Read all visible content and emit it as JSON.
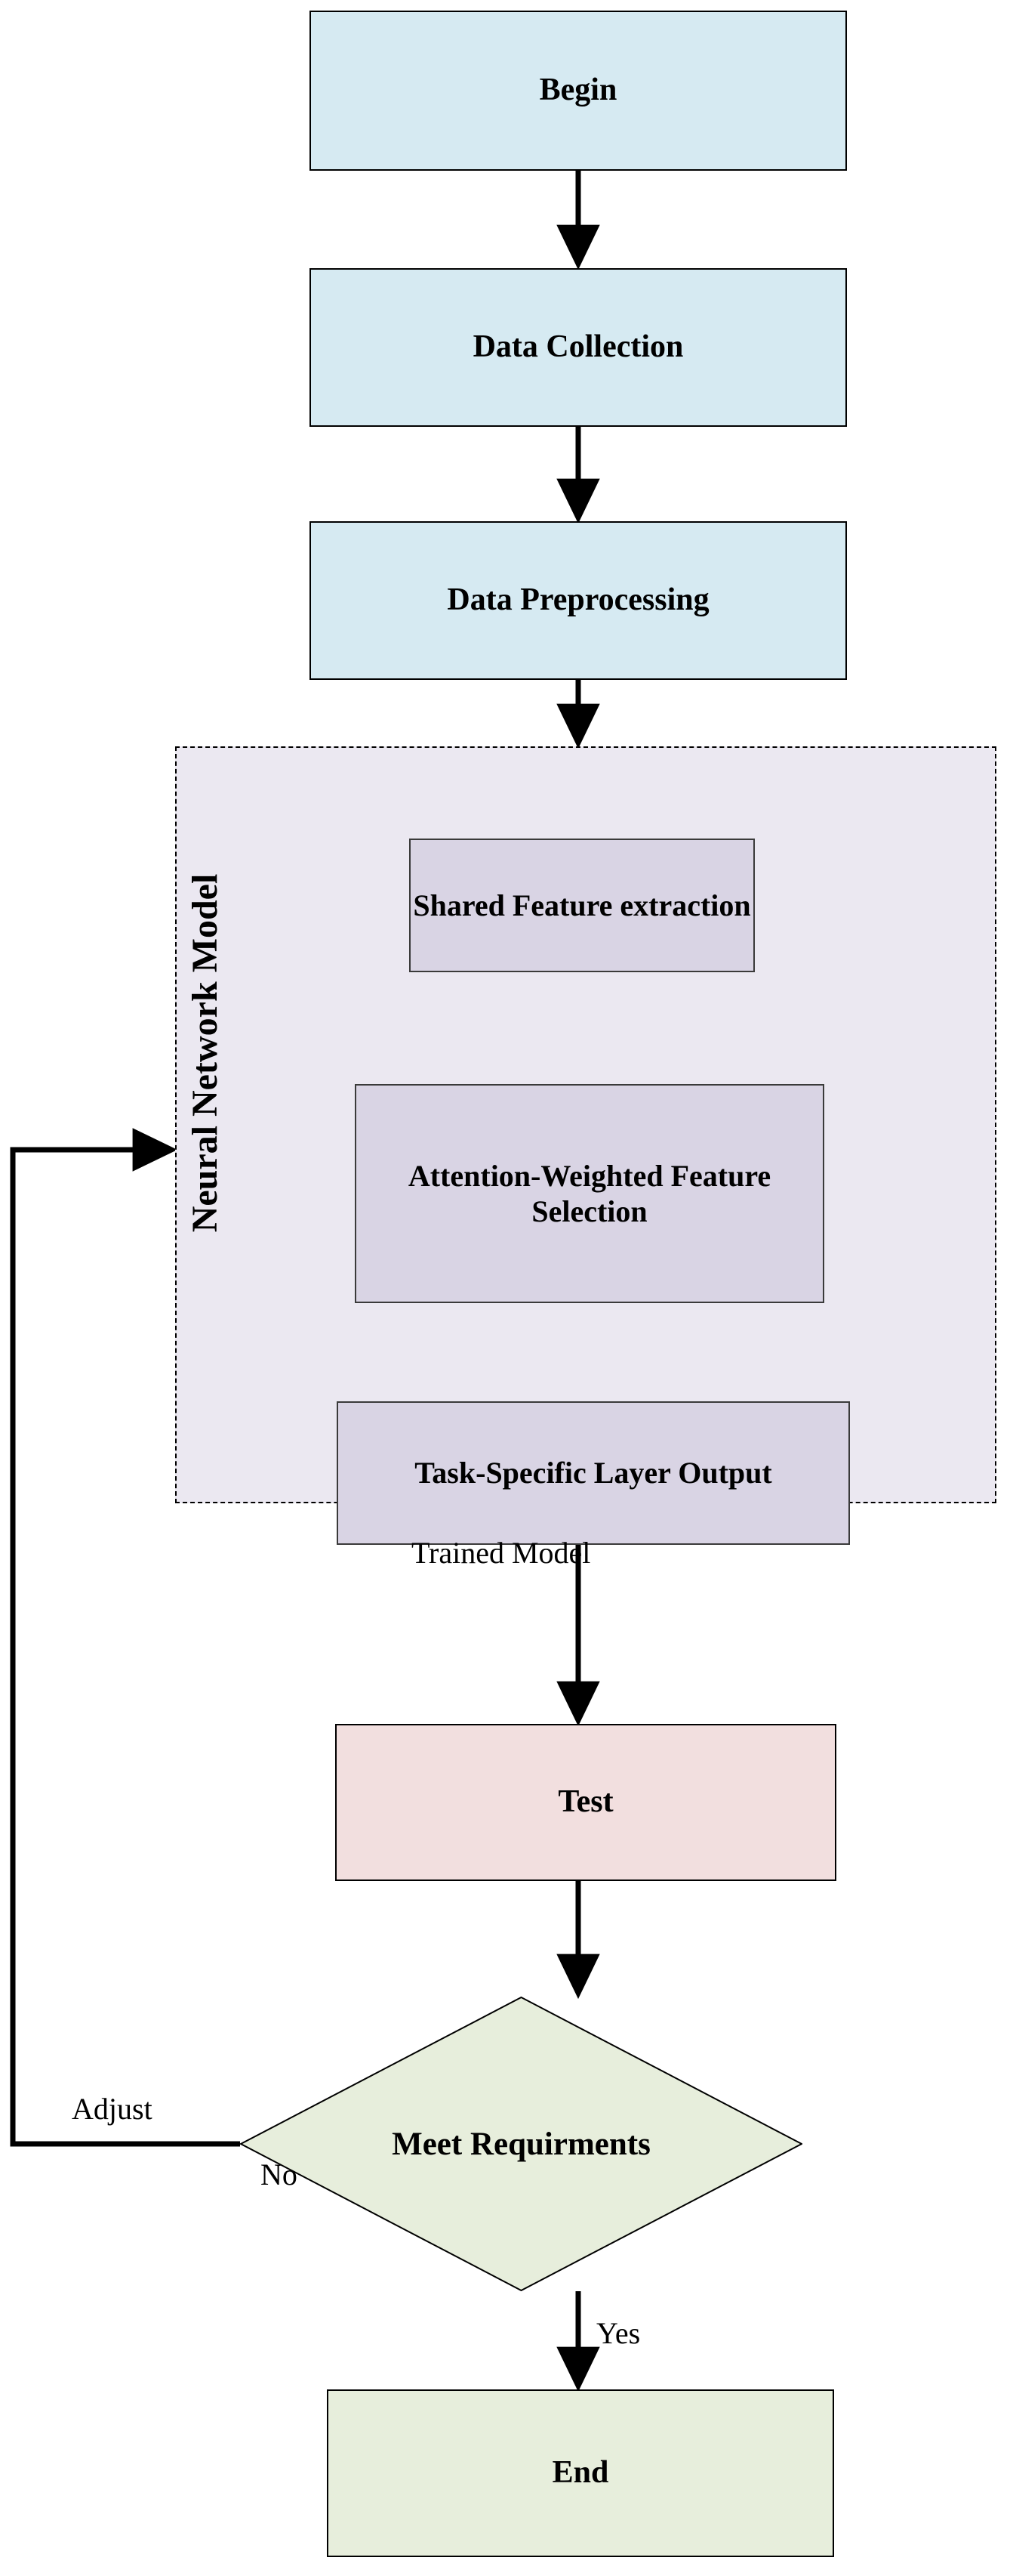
{
  "diagram": {
    "type": "flowchart",
    "title": "Neural Network Training Flowchart",
    "orientation": "top-to-bottom"
  },
  "nodes": {
    "begin": {
      "label": "Begin",
      "shape": "rectangle",
      "fill": "#d6eaf2"
    },
    "data_collection": {
      "label": "Data Collection",
      "shape": "rectangle",
      "fill": "#d6eaf2"
    },
    "data_preprocessing": {
      "label": "Data Preprocessing",
      "shape": "rectangle",
      "fill": "#d6eaf2"
    },
    "neural_network_model": {
      "label": "Neural Network Model",
      "shape": "dashed-container",
      "fill": "#ebe8f1",
      "border": "dashed",
      "label_orientation": "vertical"
    },
    "shared_feature_extraction": {
      "label": "Shared Feature extraction",
      "shape": "rectangle",
      "fill": "#d9d4e4"
    },
    "attention_weighted_feature_selection": {
      "label": "Attention-Weighted Feature Selection",
      "shape": "rectangle",
      "fill": "#d9d4e4"
    },
    "task_specific_layer_output": {
      "label": "Task-Specific Layer Output",
      "shape": "rectangle",
      "fill": "#d9d4e4"
    },
    "test": {
      "label": "Test",
      "shape": "rectangle",
      "fill": "#f2dfdf"
    },
    "meet_requirements": {
      "label": "Meet Requirments",
      "shape": "diamond",
      "fill": "#e7eedc"
    },
    "end": {
      "label": "End",
      "shape": "rectangle",
      "fill": "#e7eedc"
    }
  },
  "edge_labels": {
    "trained_model": "Trained Model",
    "adjust": "Adjust",
    "no": "No",
    "yes": "Yes"
  },
  "colors": {
    "blue_fill": "#d6eaf2",
    "purple_container_fill": "#ebe8f1",
    "purple_box_fill": "#d9d4e4",
    "pink_fill": "#f2dfdf",
    "green_fill": "#e7eedc",
    "stroke": "#000000",
    "background": "#ffffff"
  }
}
